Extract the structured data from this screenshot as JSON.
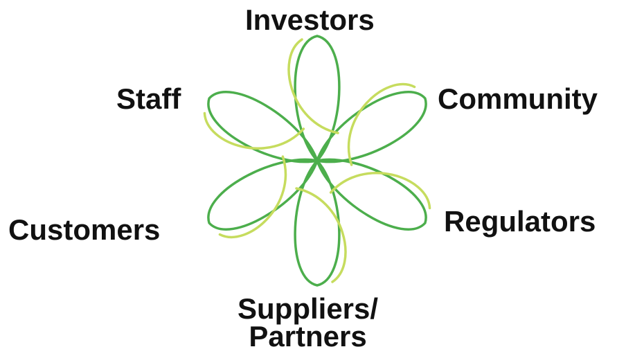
{
  "diagram": {
    "colors": {
      "dark_green": "#4cae4c",
      "light_green": "#c6dc5e",
      "text": "#111111"
    },
    "labels": {
      "investors": "Investors",
      "community": "Community",
      "staff": "Staff",
      "regulators": "Regulators",
      "customers": "Customers",
      "suppliers_line1": "Suppliers/",
      "suppliers_line2": "Partners"
    }
  }
}
